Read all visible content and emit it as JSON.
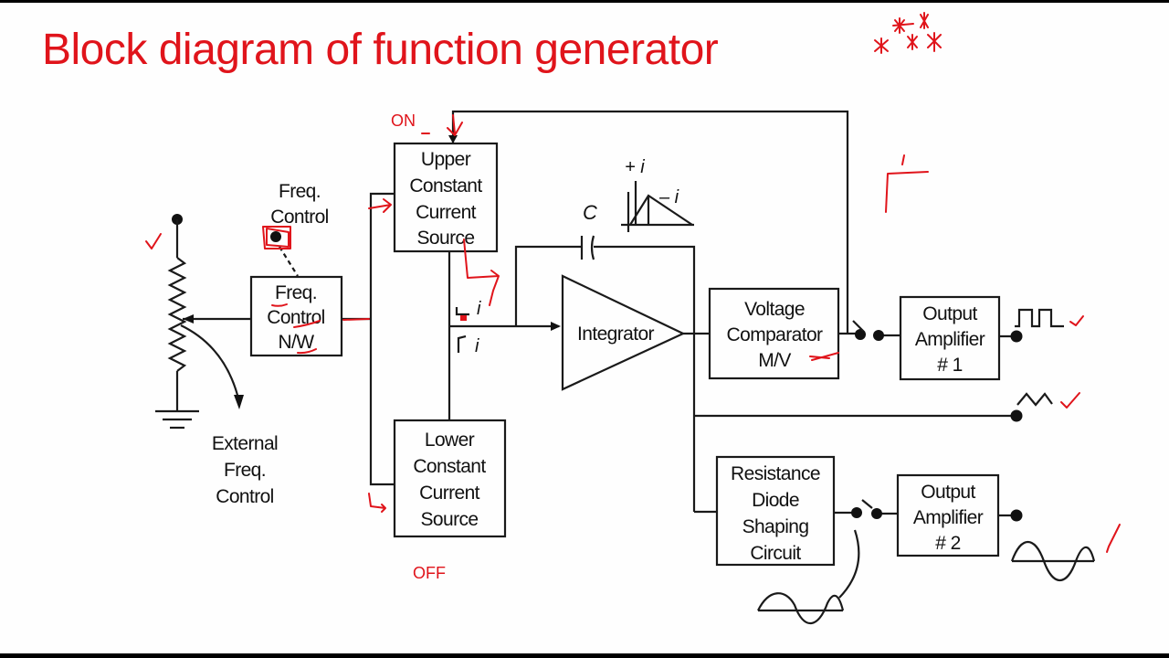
{
  "title": "Block diagram of function generator",
  "blocks": {
    "upper_ccs": [
      "Upper",
      "Constant",
      "Current",
      "Source"
    ],
    "lower_ccs": [
      "Lower",
      "Constant",
      "Current",
      "Source"
    ],
    "freq_control_nw": [
      "Freq.",
      "Control",
      "N/W"
    ],
    "integrator": "Integrator",
    "voltage_comparator": [
      "Voltage",
      "Comparator",
      "M/V"
    ],
    "output_amp_1": [
      "Output",
      "Amplifier",
      "# 1"
    ],
    "output_amp_2": [
      "Output",
      "Amplifier",
      "# 2"
    ],
    "shaping_circuit": [
      "Resistance",
      "Diode",
      "Shaping",
      "Circuit"
    ]
  },
  "labels": {
    "freq_control": [
      "Freq.",
      "Control"
    ],
    "external_freq_control": [
      "External",
      "Freq.",
      "Control"
    ],
    "capacitor": "C",
    "plus_i": "+ i",
    "minus_i": "– i",
    "i_up": "i",
    "i_down": "i"
  },
  "annotations": {
    "on": "ON",
    "off": "OFF",
    "stars": "* * * * *"
  },
  "outputs": {
    "square": "square-wave",
    "triangle": "triangle-wave",
    "sine": "sine-wave"
  },
  "colors": {
    "annotation": "#e0141b",
    "ink": "#1a1a1a"
  }
}
